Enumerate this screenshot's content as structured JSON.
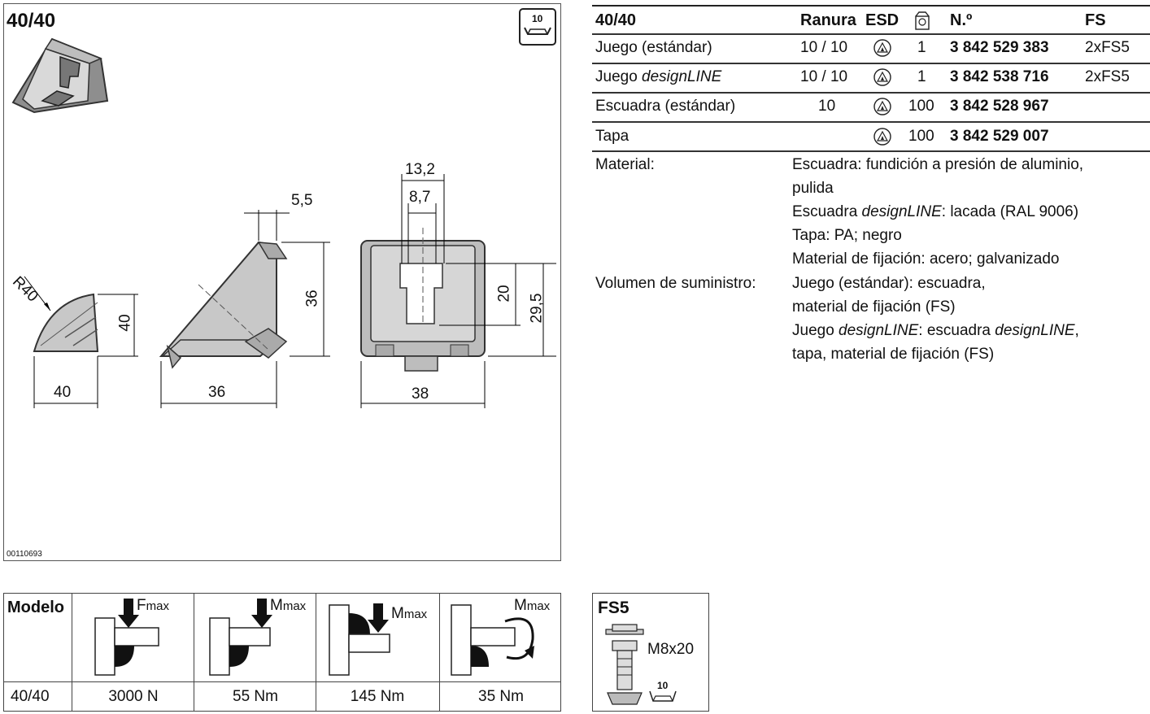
{
  "drawing": {
    "title": "40/40",
    "drawing_id": "00110693",
    "slot_icon_label": "10",
    "dims": {
      "r40": "R40",
      "w40": "40",
      "h40": "40",
      "w36": "36",
      "h36": "36",
      "d55": "5,5",
      "d132": "13,2",
      "d87": "8,7",
      "d20": "20",
      "d295": "29,5",
      "w38": "38"
    }
  },
  "spec": {
    "headers": {
      "size": "40/40",
      "ranura": "Ranura",
      "esd": "ESD",
      "no": "N.º",
      "fs": "FS"
    },
    "rows": [
      {
        "name": "Juego (estándar)",
        "name_italic": "",
        "ranura": "10 / 10",
        "qty": "1",
        "number": "3 842 529 383",
        "fs": "2xFS5"
      },
      {
        "name": "Juego ",
        "name_italic": "designLINE",
        "ranura": "10 / 10",
        "qty": "1",
        "number": "3 842 538 716",
        "fs": "2xFS5"
      },
      {
        "name": "Escuadra (estándar)",
        "name_italic": "",
        "ranura": "10",
        "qty": "100",
        "number": "3 842 528 967",
        "fs": ""
      },
      {
        "name": "Tapa",
        "name_italic": "",
        "ranura": "",
        "qty": "100",
        "number": "3 842 529 007",
        "fs": ""
      }
    ],
    "material_label": "Material:",
    "material_lines": {
      "l1": "Escuadra: fundición a presión de aluminio,",
      "l2": "pulida",
      "l3a": "Escuadra ",
      "l3b": "designLINE",
      "l3c": ": lacada (RAL 9006)",
      "l4": "Tapa: PA; negro",
      "l5": "Material de fijación: acero; galvanizado"
    },
    "supply_label": "Volumen de suministro:",
    "supply_lines": {
      "l1": "Juego (estándar): escuadra,",
      "l2": "material de fijación (FS)",
      "l3a": "Juego ",
      "l3b": "designLINE",
      "l3c": ": escuadra ",
      "l3d": "designLINE",
      "l3e": ",",
      "l4": "tapa, material de fijación (FS)"
    }
  },
  "loads": {
    "model_header": "Modelo",
    "model": "40/40",
    "fmax_label": "F",
    "fmax_sub": "max",
    "mmax_label": "M",
    "mmax_sub": "max",
    "values": [
      "3000 N",
      "55 Nm",
      "145 Nm",
      "35 Nm"
    ]
  },
  "fs5": {
    "title": "FS5",
    "screw": "M8x20",
    "slot": "10"
  }
}
